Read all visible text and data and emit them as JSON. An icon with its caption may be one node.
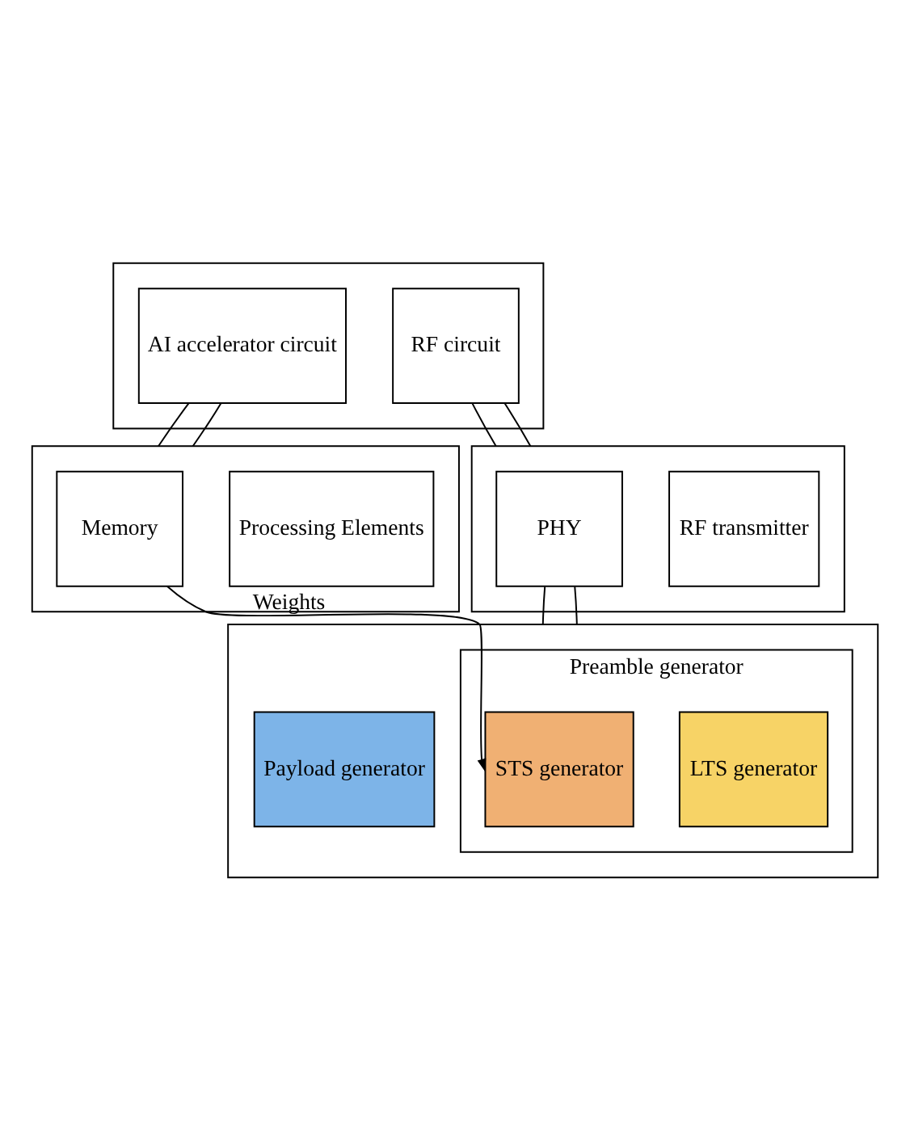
{
  "diagram": {
    "nodes": [
      {
        "text": [],
        "shape": "box"
      },
      {
        "text": [
          "AI accelerator circuit"
        ],
        "in": 0
      },
      {
        "text": [
          "RF circuit"
        ],
        "in": 0
      },
      {
        "text": [],
        "shape": "box"
      },
      {
        "text": [
          "Memory"
        ],
        "in": 3
      },
      {
        "text": [
          "Processing Elements"
        ],
        "in": 3
      },
      {
        "text": [],
        "shape": "box"
      },
      {
        "text": [
          "PHY"
        ],
        "in": 6
      },
      {
        "text": [
          "RF transmitter"
        ],
        "in": 6
      },
      {
        "text": [],
        "shape": "box"
      },
      {
        "text": [
          "Preamble generator"
        ],
        "in": 9
      },
      {
        "text": [
          "STS generator"
        ],
        "in": 10
      },
      {
        "text": [
          "LTS generator"
        ],
        "in": 10
      },
      {
        "text": [
          "Payload generator"
        ],
        "in": 9
      }
    ],
    "edges": [
      {
        "from": 1,
        "to": 3,
        "arrow": "none"
      },
      {
        "from": 1,
        "to": 3,
        "arrow": "none"
      },
      {
        "from": 2,
        "to": 6,
        "arrow": "none"
      },
      {
        "from": 2,
        "to": 6,
        "arrow": "none"
      },
      {
        "from": 7,
        "to": 9,
        "arrow": "none"
      },
      {
        "from": 7,
        "to": 9,
        "arrow": "none"
      },
      {
        "from": 4,
        "to": 11,
        "label": "Weights",
        "arrow": "to"
      }
    ]
  }
}
